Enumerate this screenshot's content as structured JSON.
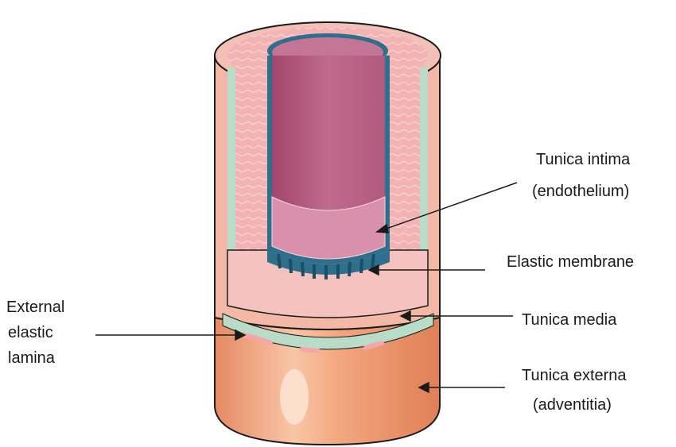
{
  "labels": {
    "intima_1": "Tunica intima",
    "intima_2": "(endothelium)",
    "elastic_membrane": "Elastic membrane",
    "media": "Tunica media",
    "externa_1": "Tunica externa",
    "externa_2": "(adventitia)",
    "eel_1": "External",
    "eel_2": "elastic",
    "eel_3": "lamina"
  },
  "colors": {
    "adventitia": "#e79a73",
    "media": "#f1aeb1",
    "lumen": "#b35a7e",
    "endothelium": "#d890ab",
    "elastic": "#b9dcc8",
    "membrane": "#2e6f8c"
  }
}
